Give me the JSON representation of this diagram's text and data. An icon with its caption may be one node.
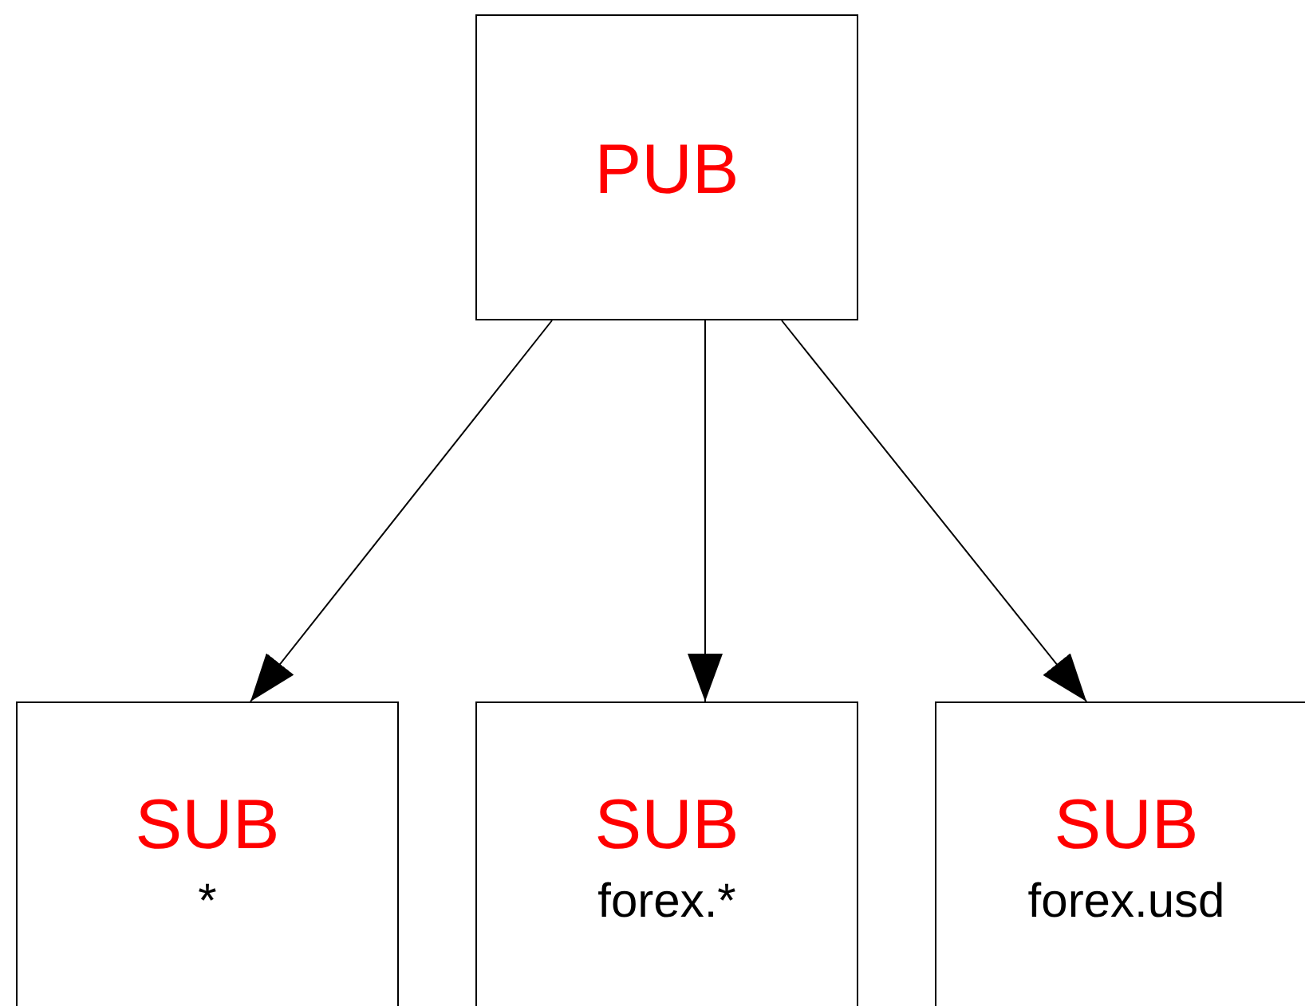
{
  "diagram": {
    "nodes": [
      {
        "text": [
          "PUB"
        ]
      },
      {
        "text": [
          "SUB",
          "*"
        ]
      },
      {
        "text": [
          "SUB",
          "forex.*"
        ]
      },
      {
        "text": [
          "SUB",
          "forex.usd"
        ]
      }
    ],
    "edges": [
      {
        "from": 0,
        "to": 1,
        "arrow": "to"
      },
      {
        "from": 0,
        "to": 2,
        "arrow": "to"
      },
      {
        "from": 0,
        "to": 3,
        "arrow": "to"
      }
    ]
  }
}
